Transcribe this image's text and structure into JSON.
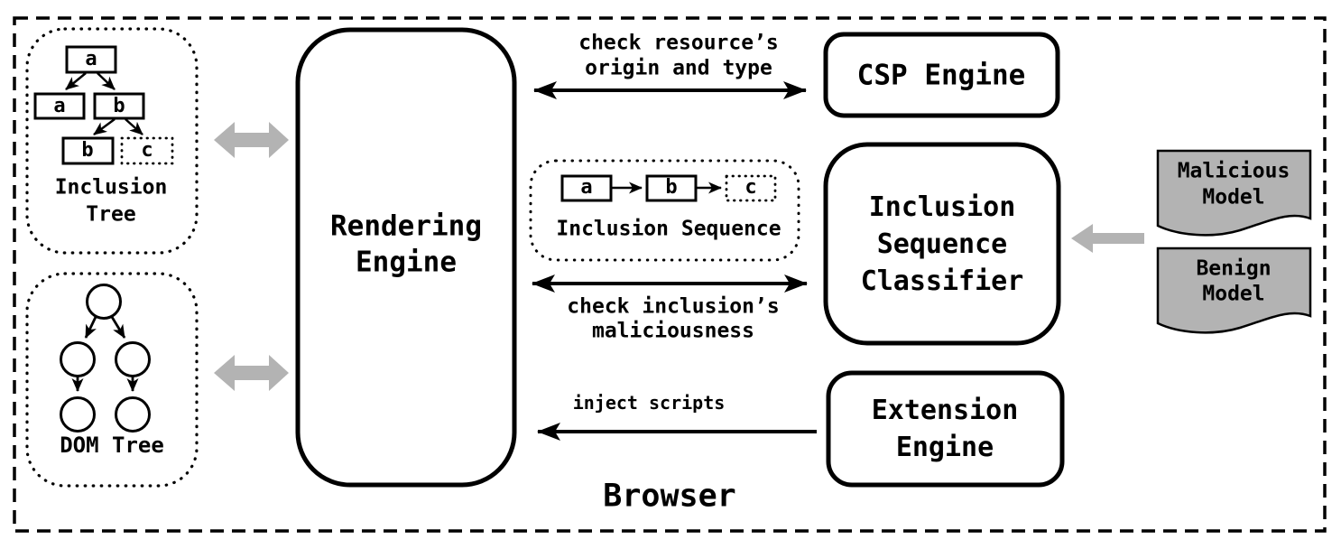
{
  "browser": {
    "label": "Browser"
  },
  "inclusion_tree": {
    "label_line1": "Inclusion",
    "label_line2": "Tree",
    "nodes": {
      "root": "a",
      "child_left": "a",
      "child_right": "b",
      "grand_left": "b",
      "grand_right": "c"
    }
  },
  "dom_tree": {
    "label": "DOM Tree"
  },
  "rendering_engine": {
    "line1": "Rendering",
    "line2": "Engine"
  },
  "csp_engine": {
    "label": "CSP Engine"
  },
  "inclusion_sequence": {
    "label": "Inclusion Sequence",
    "nodes": {
      "first": "a",
      "second": "b",
      "third": "c"
    }
  },
  "classifier": {
    "line1": "Inclusion",
    "line2": "Sequence",
    "line3": "Classifier"
  },
  "extension_engine": {
    "line1": "Extension",
    "line2": "Engine"
  },
  "models": {
    "malicious": {
      "line1": "Malicious",
      "line2": "Model"
    },
    "benign": {
      "line1": "Benign",
      "line2": "Model"
    }
  },
  "arrow_labels": {
    "csp_line1": "check resource’s",
    "csp_line2": "origin and type",
    "classifier_line1": "check inclusion’s",
    "classifier_line2": "maliciousness",
    "extension": "inject scripts"
  },
  "colors": {
    "stroke": "#000000",
    "gray_arrow": "#b3b3b3",
    "model_fill": "#b3b3b3",
    "background": "#ffffff"
  }
}
